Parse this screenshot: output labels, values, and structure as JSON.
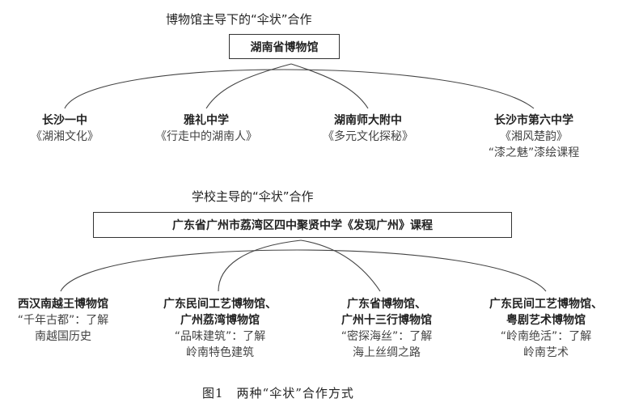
{
  "section1": {
    "title": "博物馆主导下的“伞状”合作",
    "root": "湖南省博物馆",
    "children": [
      {
        "name": "长沙一中",
        "lines": [
          "《湖湘文化》"
        ]
      },
      {
        "name": "雅礼中学",
        "lines": [
          "《行走中的湖南人》"
        ]
      },
      {
        "name": "湖南师大附中",
        "lines": [
          "《多元文化探秘》"
        ]
      },
      {
        "name": "长沙市第六中学",
        "lines": [
          "《湘风楚韵》",
          "“漆之魅”漆绘课程"
        ]
      }
    ]
  },
  "section2": {
    "title": "学校主导的“伞状”合作",
    "root": "广东省广州市荔湾区四中聚贤中学《发现广州》课程",
    "children": [
      {
        "name": "西汉南越王博物馆",
        "lines": [
          "“千年古都”：了解",
          "南越国历史"
        ]
      },
      {
        "name": "广东民间工艺博物馆、\n广州荔湾博物馆",
        "lines": [
          "“品味建筑”：了解",
          "岭南特色建筑"
        ]
      },
      {
        "name": "广东省博物馆、\n广州十三行博物馆",
        "lines": [
          "“密探海丝”：了解",
          "海上丝绸之路"
        ]
      },
      {
        "name": "广东民间工艺博物馆、\n粤剧艺术博物馆",
        "lines": [
          "“岭南绝活”：了解",
          "岭南艺术"
        ]
      }
    ]
  },
  "caption": "图1　两种“伞状”合作方式"
}
